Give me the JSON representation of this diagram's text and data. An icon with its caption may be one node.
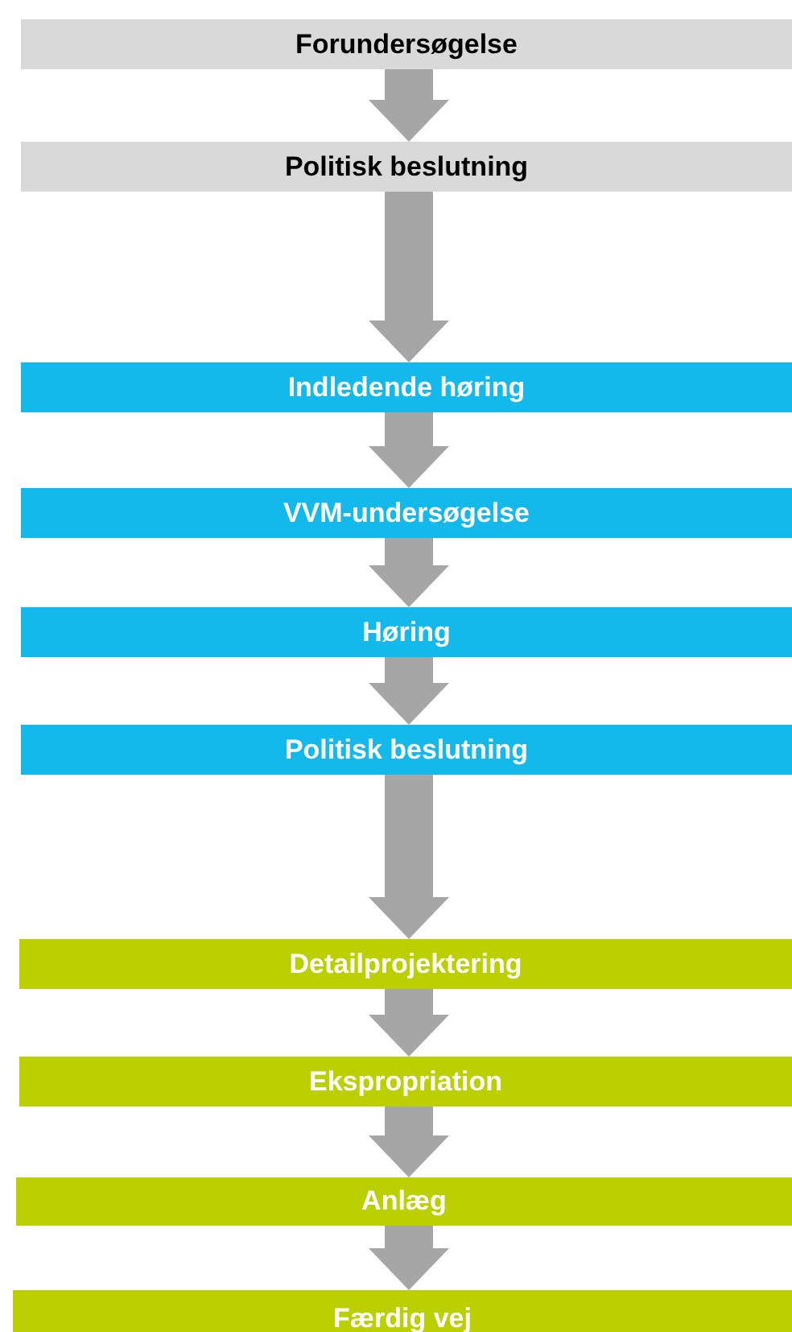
{
  "diagram": {
    "nodes": [
      {
        "text": [
          "Forundersøgelse"
        ]
      },
      {
        "text": [
          "Politisk beslutning"
        ]
      },
      {
        "text": [
          "Indledende høring"
        ]
      },
      {
        "text": [
          "VVM-undersøgelse"
        ]
      },
      {
        "text": [
          "Høring"
        ]
      },
      {
        "text": [
          "Politisk beslutning"
        ]
      },
      {
        "text": [
          "Detailprojektering"
        ]
      },
      {
        "text": [
          "Ekspropriation"
        ]
      },
      {
        "text": [
          "Anlæg"
        ]
      },
      {
        "text": [
          "Færdig vej"
        ]
      }
    ],
    "edges": [
      {
        "from": 0,
        "to": 1,
        "arrow": "to"
      },
      {
        "from": 1,
        "to": 2,
        "arrow": "to"
      },
      {
        "from": 2,
        "to": 3,
        "arrow": "to"
      },
      {
        "from": 3,
        "to": 4,
        "arrow": "to"
      },
      {
        "from": 4,
        "to": 5,
        "arrow": "to"
      },
      {
        "from": 5,
        "to": 6,
        "arrow": "to"
      },
      {
        "from": 6,
        "to": 7,
        "arrow": "to"
      },
      {
        "from": 7,
        "to": 8,
        "arrow": "to"
      },
      {
        "from": 8,
        "to": 9,
        "arrow": "to"
      }
    ]
  }
}
